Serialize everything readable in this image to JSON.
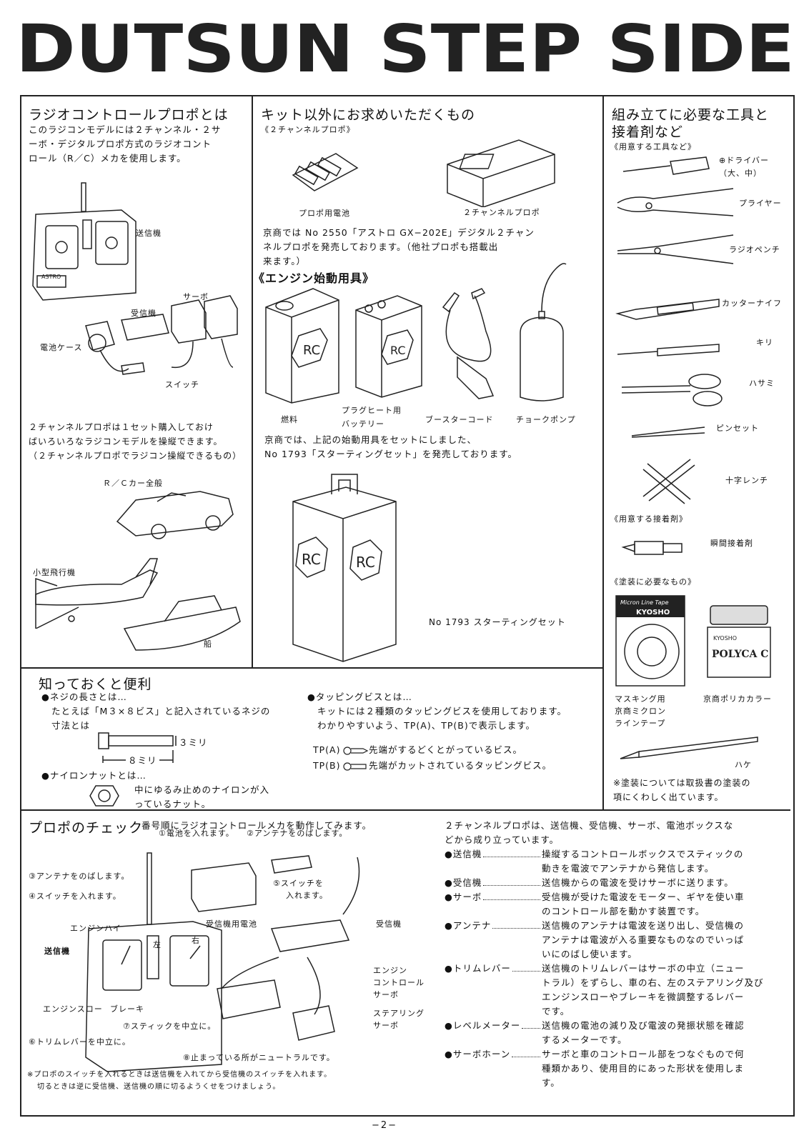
{
  "title": "DUTSUN STEP SIDE",
  "s1": {
    "heading": "ラジオコントロールプロポとは",
    "intro": [
      "このラジコンモデルには２チャンネル・２サ",
      "ーボ・デジタルプロポ方式のラジオコント",
      "ロール（R／C）メカを使用します。"
    ],
    "labels": {
      "tx": "送信機",
      "servo": "サーボ",
      "rx": "受信機",
      "battery": "電池ケース",
      "switch": "スイッチ"
    },
    "note": [
      "２チャンネルプロポは１セット購入しておけ",
      "ばいろいろなラジコンモデルを操縦できます。",
      "（２チャンネルプロポでラジコン操縦できるもの）"
    ],
    "car": "Ｒ／Ｃカー全般",
    "plane": "小型飛行機",
    "boat": "船"
  },
  "s2": {
    "heading": "キット以外にお求めいただくもの",
    "sub": "《２チャンネルプロポ》",
    "battery": "プロポ用電池",
    "propo": "２チャンネルプロポ",
    "text": [
      "京商では No 2550「アストロ GX−202E」デジタル２チャン",
      "ネルプロポを発売しております。（他社プロポも搭載出",
      "来ます。）"
    ],
    "engine_heading": "《エンジン始動用具》",
    "fuel": "燃料",
    "plug1": "プラグヒート用",
    "plug2": "バッテリー",
    "booster": "ブースターコード",
    "choke": "チョークポンプ",
    "set_text": [
      "京商では、上記の始動用具をセットにしました、",
      "No 1793「スターティングセット」を発売しております。"
    ],
    "set_label": "No 1793 スターティングセット",
    "rc": "RC"
  },
  "s3": {
    "heading1": "組み立てに必要な工具と",
    "heading2": "接着剤など",
    "tools_sub": "《用意する工具など》",
    "driver1": "⊕ドライバー",
    "driver2": "（大、中）",
    "plier": "プライヤー",
    "radio_pliers": "ラジオペンチ",
    "cutter": "カッターナイフ",
    "awl": "キリ",
    "scissors": "ハサミ",
    "tweezers": "ピンセット",
    "wrench": "十字レンチ",
    "glue_sub": "《用意する接着剤》",
    "glue": "瞬間接着剤",
    "paint_sub": "《塗装に必要なもの》",
    "tape_brand": "Micron Line Tape",
    "tape_logo": "KYOSHO",
    "tape1": "マスキング用",
    "tape2": "京商ミクロン",
    "tape3": "ラインテープ",
    "polyca_logo": "KYOSHO",
    "polyca_name": "POLYCA C",
    "polyca": "京商ポリカカラー",
    "brush": "ハケ",
    "paint_note": [
      "※塗装については取扱書の塗装の",
      "項にくわしく出ています。"
    ]
  },
  "s4": {
    "heading": "知っておくと便利",
    "screw_q": "●ネジの長さとは…",
    "screw_t1": "たとえば「M３×８ビス」と記入されているネジの",
    "screw_t2": "寸法とは",
    "mm3": "３ミリ",
    "mm8": "８ミリ",
    "nylon_q": "●ナイロンナットとは…",
    "nylon_t1": "中にゆるみ止めのナイロンが入",
    "nylon_t2": "っているナット。",
    "tap_q": "●タッピングビスとは…",
    "tap_t1": "キットには２種類のタッピングビスを使用しております。",
    "tap_t2": "わかりやすいよう、TP(A)、TP(B)で表示します。",
    "tpa_label": "TP(A)",
    "tpa_text": "先端がするどくとがっているビス。",
    "tpb_label": "TP(B)",
    "tpb_text": "先端がカットされているタッピングビス。"
  },
  "s5": {
    "heading": "プロポのチェック",
    "sub": "番号順にラジオコントロールメカを動作してみます。",
    "step1": "①電池を入れます。",
    "step2": "②アンテナをのばします。",
    "step3": "③アンテナをのばします。",
    "step4": "④スイッチを入れます。",
    "step5a": "⑤スイッチを",
    "step5b": "入れます。",
    "step6": "⑥トリムレバーを中立に。",
    "step7": "⑦スティックを中立に。",
    "step8": "⑧止まっている所がニュートラルです。",
    "rx_batt": "受信機用電池",
    "rx": "受信機",
    "tx": "送信機",
    "engine_high": "エンジンハイ",
    "left": "左",
    "right": "右",
    "engine_slow": "エンジンスロー",
    "brake": "ブレーキ",
    "ecs1": "エンジン",
    "ecs2": "コントロール",
    "ecs3": "サーボ",
    "ss1": "ステアリング",
    "ss2": "サーボ",
    "note1": "※プロポのスイッチを入れるときは送信機を入れてから受信機のスイッチを入れます。",
    "note2": "切るときは逆に受信機、送信機の順に切るようくせをつけましょう。"
  },
  "s6": {
    "intro1": "２チャンネルプロポは、送信機、受信機、サーボ、電池ボックスな",
    "intro2": "どから成り立っています。",
    "items": [
      {
        "term": "●送信機",
        "desc": [
          "操縦するコントロールボックスでスティックの",
          "動きを電波でアンテナから発信します。"
        ]
      },
      {
        "term": "●受信機",
        "desc": [
          "送信機からの電波を受けサーボに送ります。"
        ]
      },
      {
        "term": "●サーボ",
        "desc": [
          "受信機が受けた電波をモーター、ギヤを使い車",
          "のコントロール部を動かす装置です。"
        ]
      },
      {
        "term": "●アンテナ",
        "desc": [
          "送信機のアンテナは電波を送り出し、受信機の",
          "アンテナは電波が入る重要なものなのでいっぱ",
          "いにのばし使います。"
        ]
      },
      {
        "term": "●トリムレバー",
        "desc": [
          "送信機のトリムレバーはサーボの中立（ニュー",
          "トラル）をずらし、車の右、左のステアリング及び",
          "エンジンスローやブレーキを微調整するレバー",
          "です。"
        ]
      },
      {
        "term": "●レベルメーター",
        "desc": [
          "送信機の電池の減り及び電波の発振状態を確認",
          "するメーターです。"
        ]
      },
      {
        "term": "●サーボホーン",
        "desc": [
          "サーボと車のコントロール部をつなぐもので何",
          "種類かあり、使用目的にあった形状を使用しま",
          "す。"
        ]
      }
    ]
  },
  "page_number": "−2−"
}
